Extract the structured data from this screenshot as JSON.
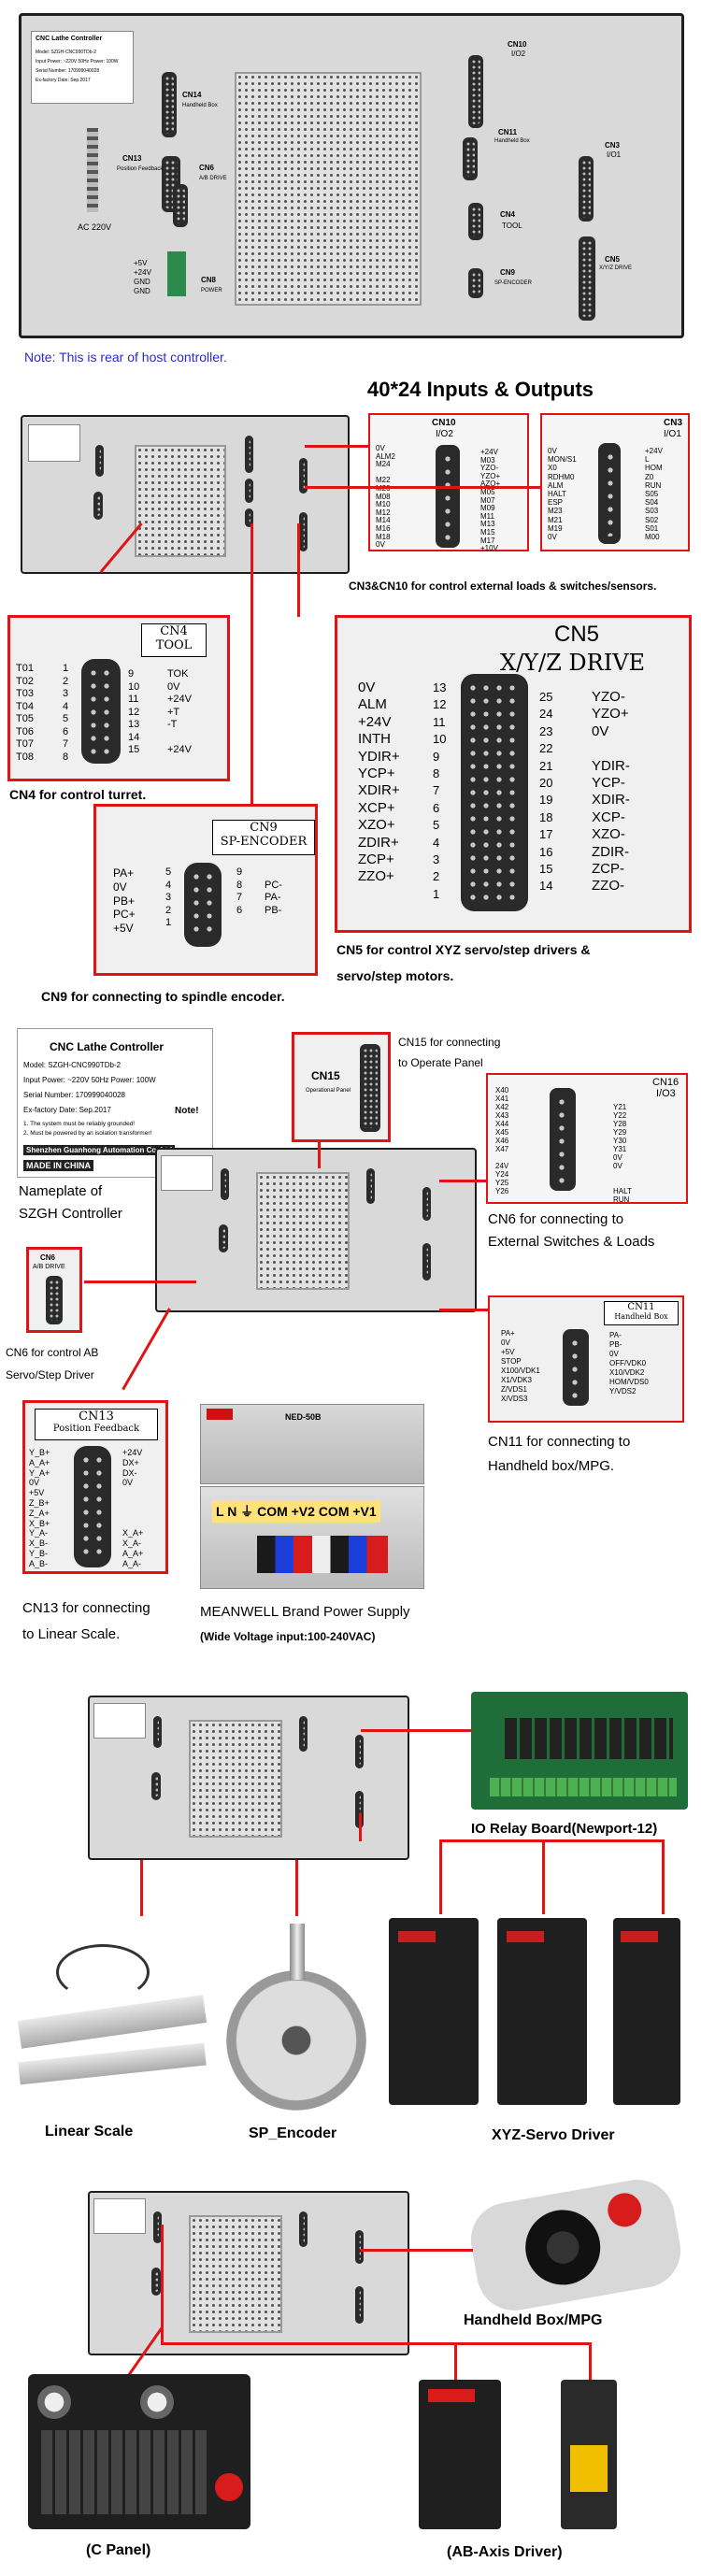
{
  "section1": {
    "nameplate_title": "CNC Lathe Controller",
    "nameplate_lines": [
      "Model:  SZGH-CNC990TDb-2",
      "Input Power:  ~220V 50Hz   Power:   100W",
      "Serial Number:  170999040028",
      "Ex-factory Date:   Sep.2017"
    ],
    "cn14_label": "CN14",
    "cn14_sub": "Handheld Box",
    "cn13_label": "CN13",
    "cn13_sub": "Position Feedback",
    "cn6_label": "CN6",
    "cn6_sub": "A/B DRIVE",
    "ac_label": "AC 220V",
    "power_lines": [
      "+5V",
      "+24V",
      "GND",
      "GND"
    ],
    "cn8_label": "CN8",
    "cn8_sub": "POWER",
    "cn10_label": "CN10",
    "cn10_sub": "I/O2",
    "cn11_label": "CN11",
    "cn11_sub": "Handheld Box",
    "cn3_label": "CN3",
    "cn3_sub": "I/O1",
    "cn4_label": "CN4",
    "cn4_sub": "TOOL",
    "cn9_label": "CN9",
    "cn9_sub": "SP-ENCODER",
    "cn5_label": "CN5",
    "cn5_sub": "X/Y/Z DRIVE",
    "note": "Note: This is rear of host controller."
  },
  "section2": {
    "heading": "40*24 Inputs & Outputs",
    "cn10": {
      "label": "CN10",
      "sub": "I/O2",
      "left": "0V  \nALM2\nM24 \n    \nM22 \nM20 \nM08 \nM10 \nM12 \nM14 \nM16 \nM18 \n0V  ",
      "right": "+24V\nM03\nYZO-\nYZO+\nAZO+\nM05\nM07\nM09\nM11\nM13\nM15\nM17\n+10V"
    },
    "cn3": {
      "label": "CN3",
      "sub": "I/O1",
      "left": "0V   \nMON/S1\nX0   \nRDHM0\nALM  \nHALT \nESP  \nM23  \nM21  \nM19  \n0V   ",
      "right": "+24V\nL   \nHOM\nZ0  \nRUN \nS05 \nS04 \nS03 \nS02 \nS01 \nM00"
    },
    "cn3cn10_caption": "CN3&CN10 for control external loads & switches/sensors.",
    "cn4": {
      "label": "CN4",
      "sub": "TOOL",
      "left": "T01\nT02\nT03\nT04\nT05\nT06\nT07\nT08",
      "leftnum": "1\n2\n3\n4\n5\n6\n7\n8",
      "rightnum": "9\n10\n11\n12\n13\n14\n15",
      "right": "TOK\n0V\n+24V\n+T\n-T\n\n+24V"
    },
    "cn4_caption": "CN4 for control turret.",
    "cn5": {
      "label": "CN5",
      "sub": "X/Y/Z DRIVE",
      "left": "0V\nALM\n+24V\nINTH\nYDIR+\nYCP+\nXDIR+\nXCP+\nXZO+\nZDIR+\nZCP+\nZZO+",
      "leftnum": "13\n12\n11\n10\n9\n8\n7\n6\n5\n4\n3\n2\n1",
      "rightnum": "25\n24\n23\n22\n21\n20\n19\n18\n17\n16\n15\n14",
      "right": "YZO-\nYZO+\n0V\n\nYDIR-\nYCP-\nXDIR-\nXCP-\nXZO-\nZDIR-\nZCP-\nZZO-"
    },
    "cn5_caption1": "CN5 for control XYZ servo/step drivers &",
    "cn5_caption2": "servo/step motors.",
    "cn9": {
      "label": "CN9",
      "sub": "SP-ENCODER",
      "left": "PA+\n0V\nPB+\nPC+\n+5V",
      "leftnum": "5\n4\n3\n2\n1",
      "rightnum": "9\n8\n7\n6",
      "right": "\nPC-\nPA-\nPB-"
    },
    "cn9_caption": "CN9 for connecting to spindle encoder."
  },
  "section3": {
    "nameplate": {
      "title": "CNC Lathe Controller",
      "model": "Model:   SZGH-CNC990TDb-2",
      "power": "Input Power:  ~220V 50Hz   Power:   100W",
      "serial": "Serial Number:  170999040028",
      "date": "Ex-factory Date:    Sep.2017",
      "note": "Note!",
      "n1": "1. The system must be reliably grounded!",
      "n2": "2. Must be powered by an isolation transformer!",
      "maker": "Shenzhen Guanhong Automation Co.,Ltd",
      "made": "MADE IN CHINA"
    },
    "nameplate_caption1": "Nameplate of",
    "nameplate_caption2": "SZGH Controller",
    "cn15_caption1": "CN15 for connecting",
    "cn15_caption2": "to Operate Panel",
    "cn15_label": "CN15",
    "cn15_sub": "Operational Panel",
    "cn16": {
      "label": "CN16",
      "sub": "I/O3",
      "left": "X40\nX41\nX42\nX43\nX44\nX45\nX46\nX47\n\n24V\nY24\nY25\nY26",
      "right": "Y21\nY22\nY28\nY29\nY30\nY31\n0V\n0V\n\n\nHALT\nRUN\n"
    },
    "cn16_caption1": "CN6 for connecting to",
    "cn16_caption2": "External Switches & Loads",
    "cn6_label": "CN6",
    "cn6_sub": "A/B DRIVE",
    "cn6_caption1": "CN6 for control AB",
    "cn6_caption2": "Servo/Step Driver",
    "cn11": {
      "label": "CN11",
      "sub": "Handheld Box",
      "left": "PA+\n0V\n+5V\nSTOP\nX100/VDK1\nX1/VDK3\nZ/VDS1\nX/VDS3",
      "right": "PA-\nPB-\n0V\nOFF/VDK0\nX10/VDK2\nHOM/VDS0\nY/VDS2\n"
    },
    "cn11_caption1": "CN11 for connecting to",
    "cn11_caption2": "Handheld box/MPG.",
    "cn13": {
      "label": "CN13",
      "sub": "Position Feedback",
      "left": "Y_B+\nA_A+\nY_A+\n0V\n+5V\nZ_B+\nZ_A+\nX_B+\nY_A-\nX_B-\nY_B-\nA_B-",
      "right": "+24V\nDX+\nDX-\n0V\n\n\n\n\nX_A+\nX_A-\nA_A+\nA_A-"
    },
    "cn13_caption1": "CN13 for connecting",
    "cn13_caption2": "to Linear Scale.",
    "psu_label": "NED-50B",
    "psu_terms": "L  N  ⏚  COM +V2 COM +V1",
    "psu_caption1": "MEANWELL Brand Power Supply",
    "psu_caption2": "(Wide Voltage input:100-240VAC)"
  },
  "section4": {
    "relay_caption": "IO Relay Board(Newport-12)",
    "linear_caption": "Linear Scale",
    "encoder_caption": "SP_Encoder",
    "servo_caption": "XYZ-Servo Driver"
  },
  "section5": {
    "mpg_caption": "Handheld Box/MPG",
    "cpanel_caption": "(C Panel)",
    "ab_caption": "(AB-Axis Driver)"
  },
  "colors": {
    "accent": "#e01414",
    "note_blue": "#2a2ad0",
    "panel": "#d9d9d9"
  }
}
